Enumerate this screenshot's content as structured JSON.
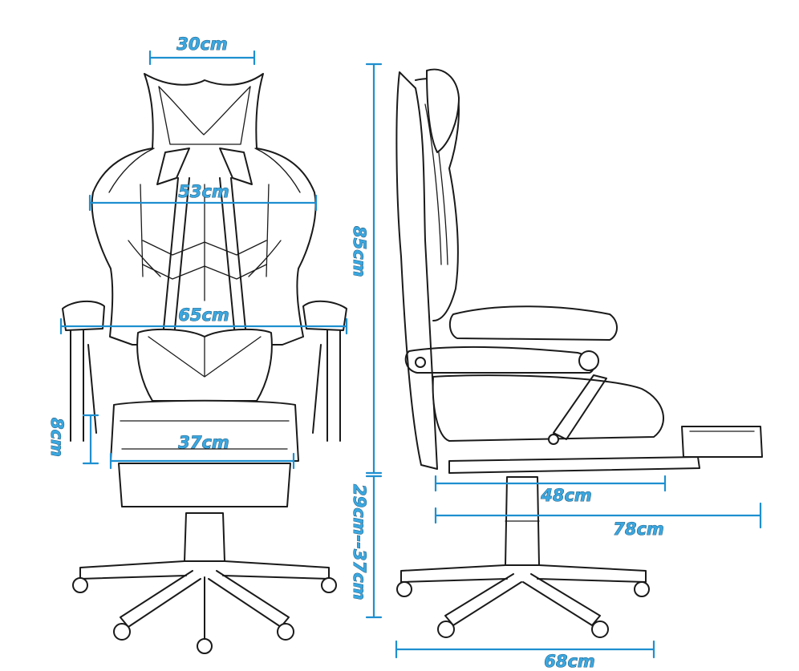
{
  "dimensions": {
    "headrest_width": "30cm",
    "backrest_width": "53cm",
    "armrest_span": "65cm",
    "seat_width": "37cm",
    "armrest_height": "8cm",
    "backrest_height": "85cm",
    "seat_height": "29cm--37cm",
    "seat_depth": "48cm",
    "footrest_extended_depth": "78cm",
    "base_diameter": "68cm"
  },
  "colors": {
    "line": "#1a1a1a",
    "dimension": "#1e8fd0",
    "label": "#3aa7e0"
  }
}
